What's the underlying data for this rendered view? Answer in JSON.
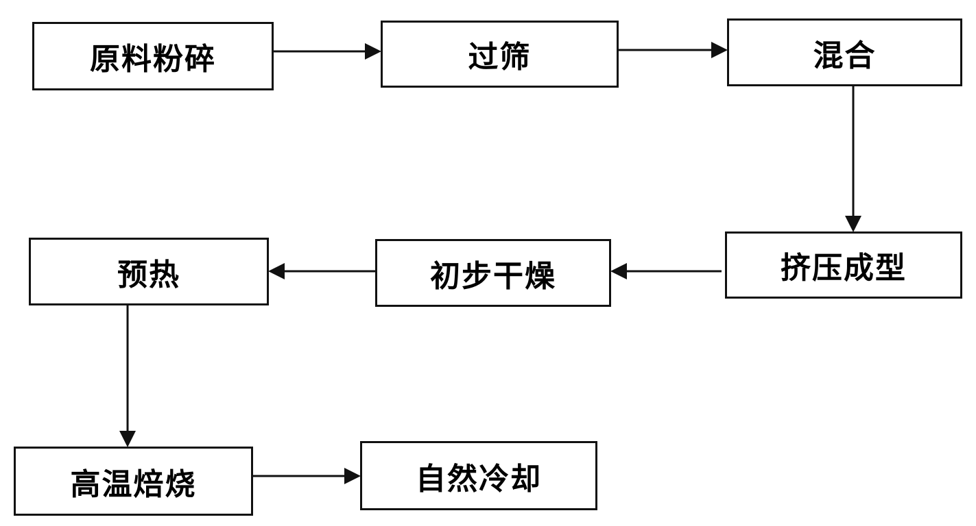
{
  "nodes": {
    "n1": "原料粉碎",
    "n2": "过筛",
    "n3": "混合",
    "n4": "挤压成型",
    "n5": "初步干燥",
    "n6": "预热",
    "n7": "高温焙烧",
    "n8": "自然冷却"
  },
  "colors": {
    "stroke": "#111111",
    "background": "#ffffff",
    "text": "#000000"
  }
}
